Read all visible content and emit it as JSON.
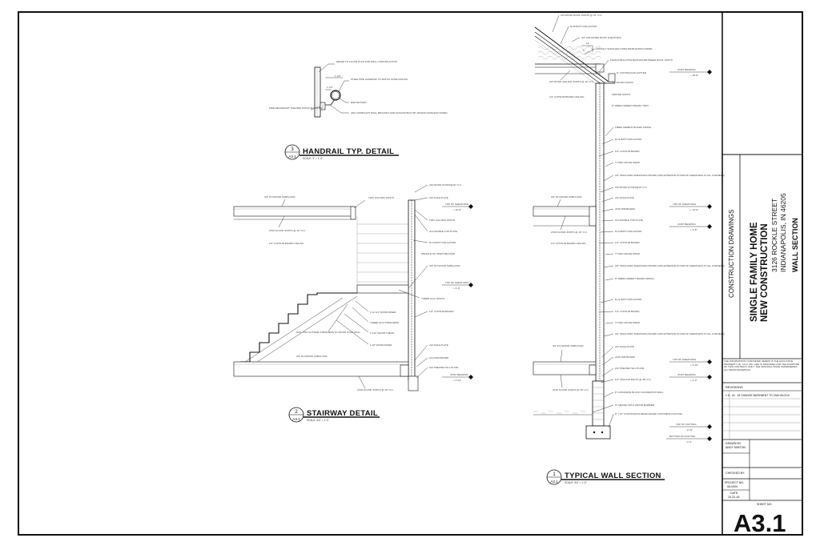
{
  "handrail_detail": {
    "bubble_num": "3",
    "bubble_sheet": "A3.1",
    "title": "HANDRAIL TYP. DETAIL",
    "scale": "SCALE: 3\" = 1'-0\"",
    "notes": [
      "REFER TO FLOOR PLAN FOR WALL CONSTRUCTION",
      "STEEL PIPE HANDRAIL TO MATCH STAIR RAILING",
      "END RETURN",
      "ADA COMPLIANT WALL BRACKET AND ANCHOR BOLT BY RAILING MANUFACTURER",
      "FIRE RETARDANT TREATED WOOD BLOCKING"
    ],
    "dims": [
      "1 1/2\"",
      "1 1/2\""
    ]
  },
  "stairway_detail": {
    "bubble_num": "2",
    "bubble_sheet": "A3.1",
    "title": "STAIRWAY DETAIL",
    "scale": "SCALE: 3/4\" = 1'-0\"",
    "left_notes": [
      "3/4\" PLYWOOD SUBFLOOR",
      "2X10 FLOOR JOISTS @ 16\" O.C.",
      "1/2\" GYPSUM BOARD CEILING",
      "NAIL TWO OUTSIDE STRINGERS TO WOOD STUD WALL",
      "3/4\" PLYWOOD SUBFLOOR",
      "2X10 FLOOR JOISTS @ 16\" O.C."
    ],
    "center_notes": [
      "TWO 2x10 RIM JOISTS",
      "PROFILE OF STEPS BEYOND",
      "THREE 2x12 JOISTS",
      "1\"x2 1/4\" WOOD RISER",
      "THREE 2x12 STRINGERS",
      "1\"x12\" WOOD TREAD",
      "1\"x8\" WOOD RISER"
    ],
    "right_notes": [
      "2x6 WOOD STUDS@16\" O.C.",
      "2x6 SOLE PLATE",
      "TWO 2x10 RIM JOISTS",
      "2x4 DOUBLE TOP PLATE",
      "R-13 BATT INSULATION",
      "3/4\" PLYWOOD SUBFLOOR",
      "1/2\" GYPSUM BOARD",
      "2x6 SOLE PLATE",
      "2x10 RIM BOARD",
      "2x6 TREATED SILL PLATE"
    ],
    "elevation_tags": [
      {
        "label": "TOP OF SHEATHING",
        "value": "+ 10'-0\""
      },
      {
        "label": "TOP OF SHEATHING",
        "value": "+ 4'-8\""
      },
      {
        "label": "JOIST BEARING",
        "value": "+ 0'-10\""
      }
    ]
  },
  "wall_section": {
    "bubble_num": "1",
    "bubble_sheet": "A3.1",
    "title": "TYPICAL WALL SECTION",
    "scale": "SCALE: 3/4\" = 1'-0\"",
    "roof_notes": [
      "2x6 WOOD ROOF JOISTS @ 16\" O.C.",
      "R-38 BATT INSULATION",
      "3/4\" APA RATED ROOF SHEATHING",
      "ASPHALT SHINGLES OVER 30# BUILDING PAPER",
      "FOAM INSULATION BAFFLES BETWEEN ROOF JOISTS",
      "6\" CONTINUOUS GUTTER",
      "1x6 WOOD FASCIA",
      "VENTED SOFFIT",
      "8\" FIBER-CEMENT BOARD TRIM"
    ],
    "left_notes": [
      "2x6 WOOD CEILING JOISTS @ 16\" O.C.",
      "1/2\" GYPSUM BOARD CEILING",
      "3/4\" PLYWOOD SUBFLOOR",
      "2X10 FLOOR JOISTS @ 16\" O.C.",
      "1/2\" GYPSUM BOARD CEILING",
      "3/4\" PLYWOOD SUBFLOOR",
      "2X10 FLOOR JOISTS @ 16\" O.C."
    ],
    "wall_notes": [
      "FIBER-CEMENT BOARD SIDING",
      "R-21 BATT INSULATION",
      "1/2\" GYPSUM BOARD",
      "TYVEK HOUSE WRAP",
      "3/4\" INSULATED SHEATHING BOARD (APA EXTERIOR PLYWOOD SHEATHING AT ALL CORNERS)",
      "2x6 WOOD STUDS@16\" O.C.",
      "2x6 SOLE PLATE",
      "2X10 RIM BOARD",
      "2x4 DOUBLE TOP PLATE",
      "R-13 BATT INSULATION",
      "1/2\" GYPSUM BOARD",
      "TYVEK HOUSE WRAP",
      "3/4\" INSULATED SHEATHING BOARD (APA EXTERIOR PLYWOOD SHEATHING AT ALL CORNERS)",
      "8\" FIBER-CEMENT BOARD SIDING",
      "R-21 BATT INSULATION",
      "1/2\" GYPSUM BOARD",
      "TYVEK HOUSE WRAP",
      "3/4\" INSULATED SHEATHING BOARD (APA EXTERIOR PLYWOOD SHEATHING AT ALL CORNERS)",
      "2x6 SOLE PLATE",
      "2X10 RIM BOARD",
      "2x6 TREATED SILL PLATE",
      "1/2\" ANCHOR BOLTS @ 48\" O.C.",
      "8\" CONCRETE BLOCK FOUNDATION WALL",
      "4\" GRAVEL WITH VAPOR BARRIER",
      "8\" x 16\" CONTINUOUS REINFORCED CONCRETE FOOTING"
    ],
    "elevation_tags": [
      {
        "label": "JOIST BEARING",
        "value": "+ 18'-8\""
      },
      {
        "label": "TOP OF SHEATHING",
        "value": "+ 10'-0\""
      },
      {
        "label": "JOIST BEARING",
        "value": "+ 9'-8\""
      },
      {
        "label": "TOP OF SHEATHING",
        "value": "+ 0'-10\""
      },
      {
        "label": "JOIST BEARING",
        "value": "+ 0'-0\""
      },
      {
        "label": "TOP OF FOOTING",
        "value": "- 2'-11\""
      },
      {
        "label": "BOTTOM OF FOOTING",
        "value": "- 4'-3\""
      }
    ]
  },
  "title_block": {
    "drawing_type": "CONSTRUCTION DRAWINGS",
    "project_line1": "SINGLE FAMILY HOME",
    "project_line2": "NEW CONSTRUCTION",
    "address1": "3126 ROCKLE STREET",
    "address2": "INDIANAPOLIS, IN  46205",
    "sheet_title": "WALL SECTION",
    "disclaimer": "THE INFORMATION CONTAINED HEREIN IS THE EXCLUSIVE PROPERTY OF J.A.D. INC. AND IS PROVIDED FOR THE PURPOSE OF THIS CONTRACT ONLY. THE ORIGINAL ISSUE SUPERSEDES ALL PRIOR DRAWINGS.",
    "revisions_label": "REVISIONS",
    "revision_entry": "1   8 - 16 - 18 CHANGE BASEMENT TO CMU BLOCK",
    "drawn_by_label": "DRAWN BY:",
    "drawn_by": "ANDY MINTON",
    "checked_by_label": "CHECKED BY:",
    "project_no_label": "PROJECT NO:",
    "project_no": "08-0000",
    "date_label": "DATE:",
    "date": "10-22-18",
    "sheet_no_label": "SHEET NO:",
    "sheet_no": "A3.1"
  }
}
